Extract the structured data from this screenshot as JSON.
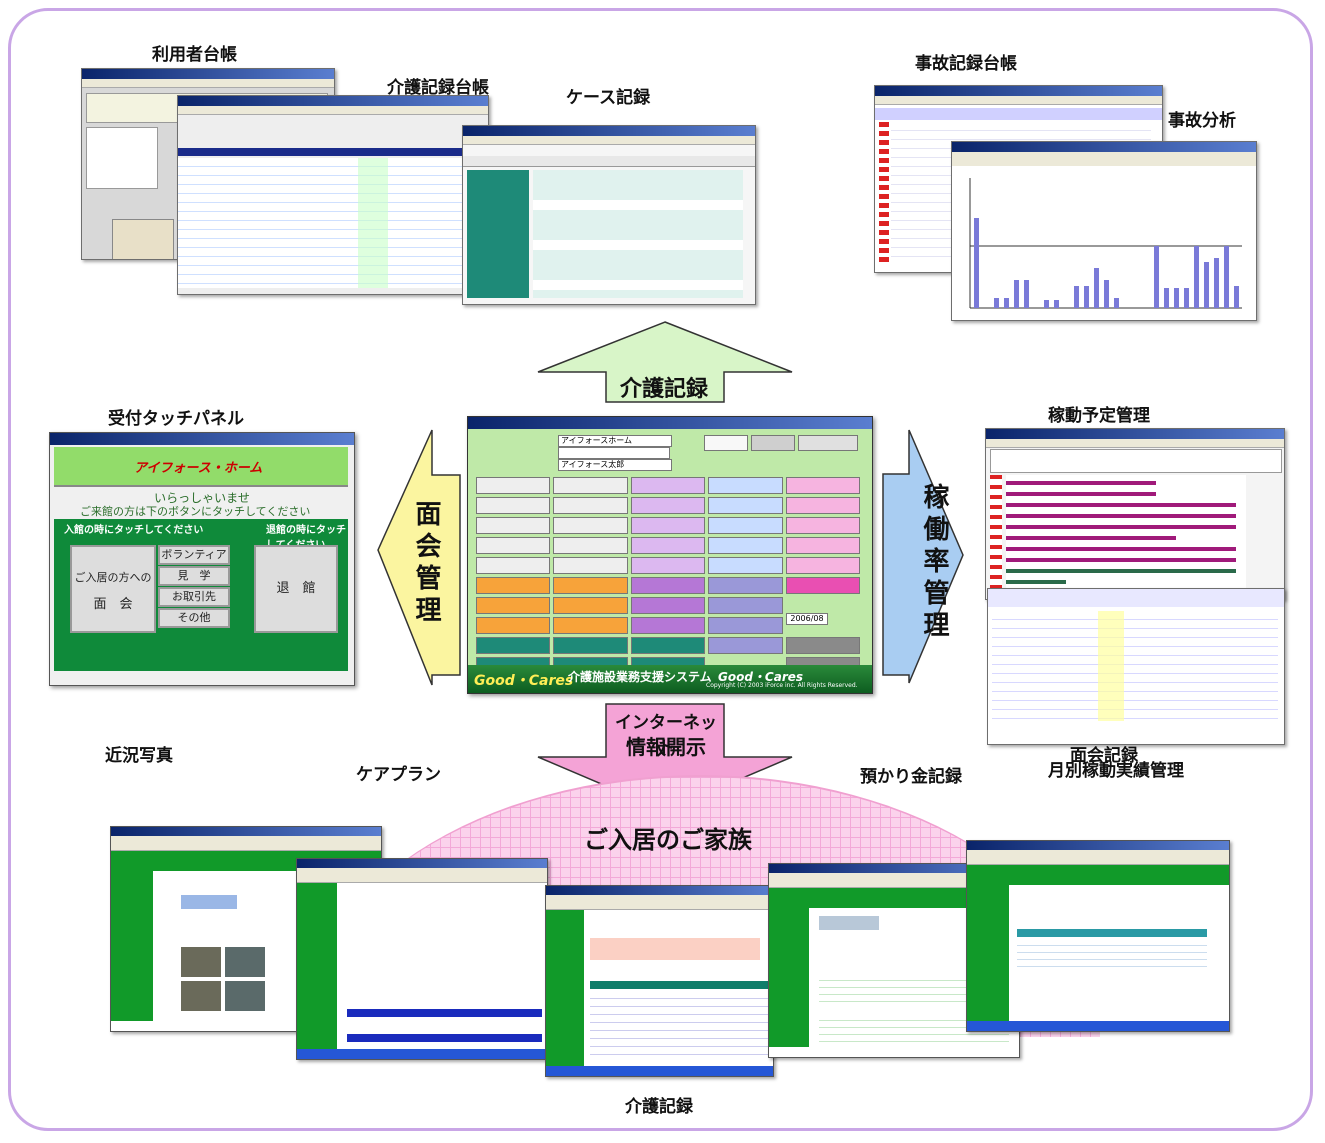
{
  "labels": {
    "riyousha": "利用者台帳",
    "kaigo_daicho": "介護記録台帳",
    "case": "ケース記録",
    "jiko_daicho": "事故記録台帳",
    "jiko_bunseki": "事故分析",
    "uketsuke": "受付タッチパネル",
    "kado_yotei": "稼動予定管理",
    "getsubetsu": "月別稼動実績管理",
    "kinkyo": "近況写真",
    "careplan": "ケアプラン",
    "kaigo_bottom": "介護記録",
    "azukari": "預かり金記録",
    "menkai_kiroku": "面会記録"
  },
  "arrows": {
    "up": "介護記録",
    "left": "面会管理",
    "right": "稼働率管理",
    "down_line1": "インターネット",
    "down_line2": "情報開示"
  },
  "family_label": "ご入居のご家族",
  "main_menu": {
    "system_name": "介護施設業務支援システム",
    "brand": "Good・Cares",
    "copyright": "Copyright (C) 2003 iForce inc. All Rights Reserved.",
    "facility_value": "アイフォースホーム",
    "staff_value": "アイフォース太郎",
    "date_value": "2006/08"
  },
  "touch_panel": {
    "home_name": "アイフォース・ホーム",
    "welcome": "いらっしゃいませ",
    "instruction": "ご来館の方は下のボタンにタッチしてください",
    "entry_header": "入館の時にタッチしてください",
    "exit_header": "退館の時にタッチしてください",
    "visit_line1": "ご入居の方への",
    "visit_line2": "面　会",
    "volunteer": "ボランティア",
    "kengaku": "見　学",
    "torihiki": "お取引先",
    "sonota": "その他",
    "exit_btn": "退　館"
  },
  "chart_bars_note": "",
  "colors": {
    "frame": "#c9a6e6",
    "arrow_up_fill": "#d8f5c8",
    "arrow_left_fill": "#fbf5a0",
    "arrow_right_fill": "#a9cdf2",
    "arrow_down_fill": "#f4a3d6"
  }
}
